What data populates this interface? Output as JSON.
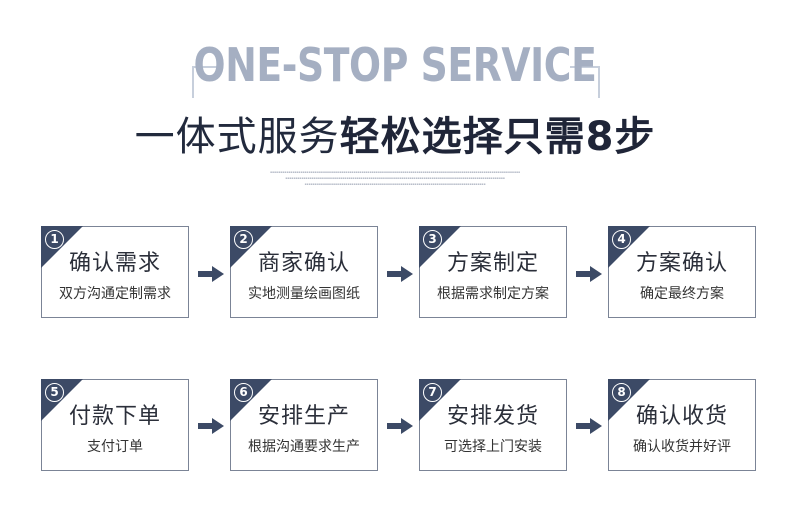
{
  "header": {
    "english_title": "ONE-STOP SERVICE",
    "title_light": "一体式服务",
    "title_bold": "轻松选择只需8步"
  },
  "steps": [
    {
      "num": "1",
      "title": "确认需求",
      "desc": "双方沟通定制需求"
    },
    {
      "num": "2",
      "title": "商家确认",
      "desc": "实地测量绘画图纸"
    },
    {
      "num": "3",
      "title": "方案制定",
      "desc": "根据需求制定方案"
    },
    {
      "num": "4",
      "title": "方案确认",
      "desc": "确定最终方案"
    },
    {
      "num": "5",
      "title": "付款下单",
      "desc": "支付订单"
    },
    {
      "num": "6",
      "title": "安排生产",
      "desc": "根据沟通要求生产"
    },
    {
      "num": "7",
      "title": "安排发货",
      "desc": "可选择上门安装"
    },
    {
      "num": "8",
      "title": "确认收货",
      "desc": "确认收货并好评"
    }
  ],
  "colors": {
    "badge": "#3c4a66",
    "border": "#7b8496",
    "arrow": "#3c4a66",
    "english_title": "#a5afc2"
  }
}
